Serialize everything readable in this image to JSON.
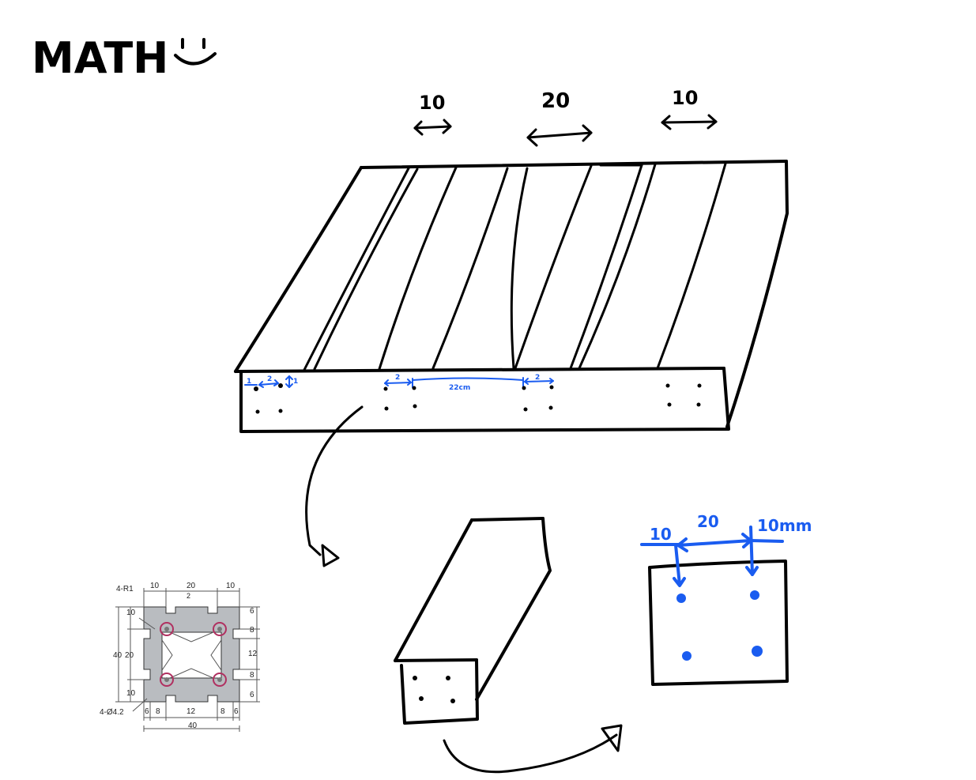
{
  "title": "MATH",
  "top_dims": [
    "10",
    "20",
    "10"
  ],
  "edge_small_labels": [
    "1",
    "2",
    "1",
    "2",
    "2"
  ],
  "edge_span_label": "22cm",
  "square_dims": [
    "10",
    "20",
    "10mm"
  ],
  "spec": {
    "corner_radius": "4-R1",
    "hole_spec": "4-Ø4.2",
    "top_dims": [
      "10",
      "20",
      "10"
    ],
    "top_small": "2",
    "left_dims": [
      "10",
      "40",
      "20",
      "10"
    ],
    "right_dims": [
      "6",
      "8",
      "12",
      "8",
      "6"
    ],
    "bottom_dims": [
      "6",
      "8",
      "12",
      "8",
      "6"
    ],
    "bottom_total": "40"
  },
  "colors": {
    "ink": "#000000",
    "annotation": "#1a5cf0",
    "hole_ring": "#b03060"
  }
}
